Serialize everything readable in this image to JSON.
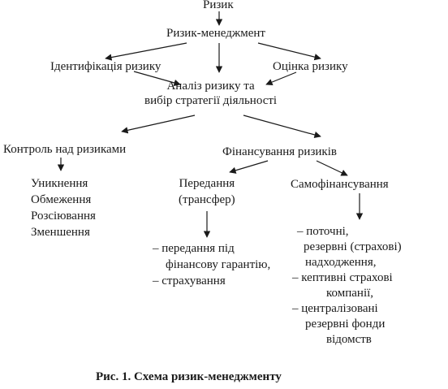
{
  "diagram": {
    "root": "Ризик",
    "management": "Ризик-менеджмент",
    "identification": "Ідентифікація ризику",
    "assessment": "Оцінка ризику",
    "analysis": [
      "Аналіз ризику та",
      "вибір стратегії діяльності"
    ],
    "control": "Контроль над ризиками",
    "control_items": [
      "Уникнення",
      "Обмеження",
      "Розсіювання",
      "Зменшення"
    ],
    "financing": "Фінансування ризиків",
    "transfer": [
      "Передання",
      "(трансфер)"
    ],
    "transfer_items": [
      "– передання під",
      "фінансову гарантію,",
      "–  страхування"
    ],
    "selffin": "Самофінансування",
    "selffin_items": [
      "– поточні,",
      "резервні (страхові)",
      "надходження,",
      "–  кептивні страхові",
      "компанії,",
      "–  централізовані",
      "резервні фонди",
      "відомств"
    ]
  },
  "caption": "Рис. 1. Схема ризик-менеджменту"
}
